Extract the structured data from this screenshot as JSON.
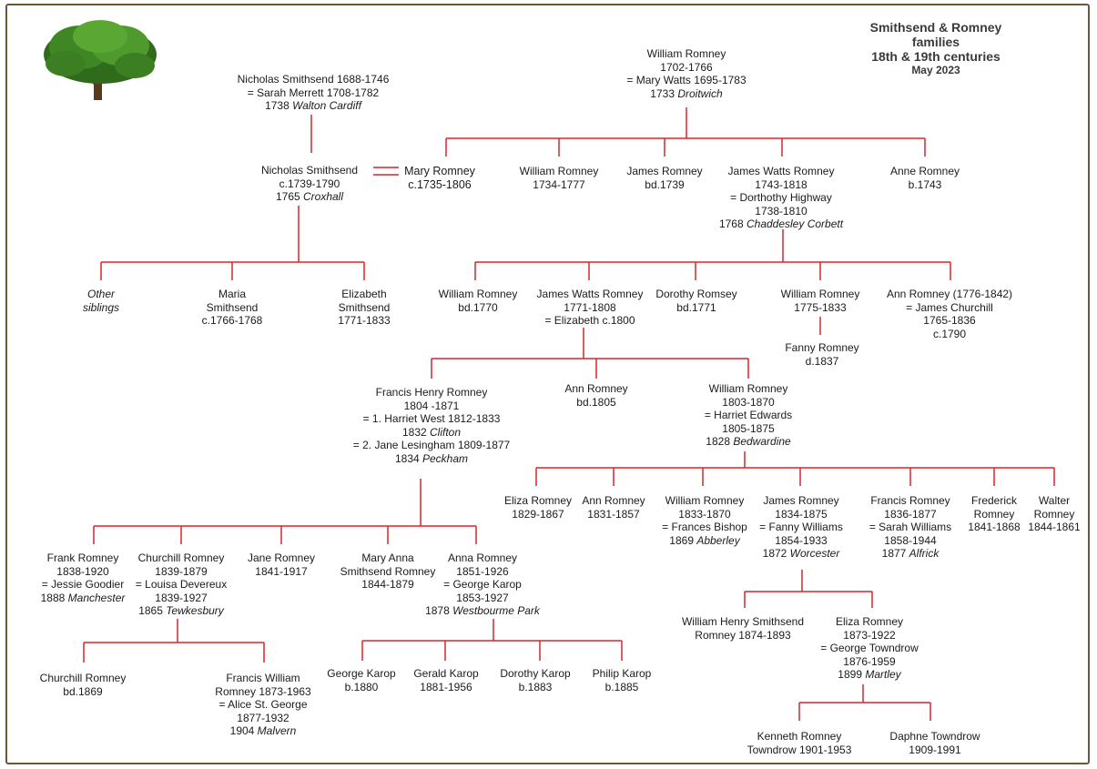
{
  "header": {
    "title_line1": "Smithsend & Romney families",
    "title_line2": "18th & 19th centuries",
    "date": "May 2023"
  },
  "colors": {
    "line": "#d9262a",
    "border": "#6b5738",
    "tree_dark": "#2f6b1a",
    "tree_light": "#4f9a2c"
  },
  "people": {
    "nicholas_sr": [
      {
        "t": "Nicholas Smithsend 1688-1746"
      },
      {
        "t": "= Sarah Merrett 1708-1782"
      },
      {
        "t": "1738 ",
        "i": "Walton Cardiff"
      }
    ],
    "william_1702": [
      {
        "t": "William Romney"
      },
      {
        "t": "1702-1766"
      },
      {
        "t": "= Mary Watts 1695-1783"
      },
      {
        "t": "1733 ",
        "i": "Droitwich"
      }
    ],
    "nicholas_jr": [
      {
        "t": "Nicholas Smithsend"
      },
      {
        "t": "c.1739-1790"
      },
      {
        "t": "1765 ",
        "i": "Croxhall"
      }
    ],
    "mary_romney": [
      {
        "t": "Mary Romney"
      },
      {
        "t": "c.1735-1806"
      }
    ],
    "william_1734": [
      {
        "t": "William Romney"
      },
      {
        "t": "1734-1777"
      }
    ],
    "james_1739": [
      {
        "t": "James Romney"
      },
      {
        "t": "bd.1739"
      }
    ],
    "james_watts_1743": [
      {
        "t": "James Watts Romney"
      },
      {
        "t": "1743-1818"
      },
      {
        "t": "= Dorthothy Highway"
      },
      {
        "t": "1738-1810"
      },
      {
        "t": "1768 ",
        "i": "Chaddesley Corbett"
      }
    ],
    "anne_1743": [
      {
        "t": "Anne Romney"
      },
      {
        "t": "b.1743"
      }
    ],
    "other_siblings": [
      {
        "t": "",
        "i": "Other"
      },
      {
        "t": "",
        "i": "siblings"
      }
    ],
    "maria": [
      {
        "t": "Maria"
      },
      {
        "t": "Smithsend"
      },
      {
        "t": "c.1766-1768"
      }
    ],
    "elizabeth_s": [
      {
        "t": "Elizabeth"
      },
      {
        "t": "Smithsend"
      },
      {
        "t": "1771-1833"
      }
    ],
    "william_1770": [
      {
        "t": "William Romney"
      },
      {
        "t": "bd.1770"
      }
    ],
    "james_watts_1771": [
      {
        "t": "James Watts Romney"
      },
      {
        "t": "1771-1808"
      },
      {
        "t": "= Elizabeth c.1800"
      }
    ],
    "dorothy_1771": [
      {
        "t": "Dorothy Romsey"
      },
      {
        "t": "bd.1771"
      }
    ],
    "william_1775": [
      {
        "t": "William Romney"
      },
      {
        "t": "1775-1833"
      }
    ],
    "ann_1776": [
      {
        "t": "Ann Romney  (1776-1842)"
      },
      {
        "t": "= James Churchill"
      },
      {
        "t": "1765-1836"
      },
      {
        "t": "c.1790"
      }
    ],
    "fanny_1837": [
      {
        "t": "Fanny Romney"
      },
      {
        "t": "d.1837"
      }
    ],
    "francis_henry": [
      {
        "t": "Francis Henry Romney"
      },
      {
        "t": "1804 -1871"
      },
      {
        "t": "= 1. Harriet West 1812-1833"
      },
      {
        "t": "1832 ",
        "i": "Clifton"
      },
      {
        "t": "= 2. Jane Lesingham 1809-1877"
      },
      {
        "t": "1834 ",
        "i": "Peckham"
      }
    ],
    "ann_1805": [
      {
        "t": "Ann Romney"
      },
      {
        "t": "bd.1805"
      }
    ],
    "william_1803": [
      {
        "t": "William Romney"
      },
      {
        "t": "1803-1870"
      },
      {
        "t": "= Harriet Edwards"
      },
      {
        "t": "1805-1875"
      },
      {
        "t": "1828 ",
        "i": "Bedwardine"
      }
    ],
    "eliza_1829": [
      {
        "t": "Eliza Romney"
      },
      {
        "t": "1829-1867"
      }
    ],
    "ann_1831": [
      {
        "t": "Ann Romney"
      },
      {
        "t": "1831-1857"
      }
    ],
    "william_1833": [
      {
        "t": "William Romney"
      },
      {
        "t": "1833-1870"
      },
      {
        "t": "= Frances Bishop"
      },
      {
        "t": "1869 ",
        "i": "Abberley"
      }
    ],
    "james_1834": [
      {
        "t": "James Romney"
      },
      {
        "t": "1834-1875"
      },
      {
        "t": "= Fanny Williams"
      },
      {
        "t": "1854-1933"
      },
      {
        "t": "1872 ",
        "i": "Worcester"
      }
    ],
    "francis_1836": [
      {
        "t": "Francis Romney"
      },
      {
        "t": "1836-1877"
      },
      {
        "t": "= Sarah Williams"
      },
      {
        "t": "1858-1944"
      },
      {
        "t": "1877 ",
        "i": "Alfrick"
      }
    ],
    "frederick": [
      {
        "t": "Frederick"
      },
      {
        "t": "Romney"
      },
      {
        "t": "1841-1868"
      }
    ],
    "walter": [
      {
        "t": "Walter"
      },
      {
        "t": "Romney"
      },
      {
        "t": "1844-1861"
      }
    ],
    "frank": [
      {
        "t": "Frank Romney"
      },
      {
        "t": "1838-1920"
      },
      {
        "t": "= Jessie Goodier"
      },
      {
        "t": "1888 ",
        "i": "Manchester"
      }
    ],
    "churchill_1839": [
      {
        "t": "Churchill Romney"
      },
      {
        "t": "1839-1879"
      },
      {
        "t": "= Louisa Devereux"
      },
      {
        "t": "1839-1927"
      },
      {
        "t": "1865 ",
        "i": "Tewkesbury"
      }
    ],
    "jane_1841": [
      {
        "t": "Jane Romney"
      },
      {
        "t": "1841-1917"
      }
    ],
    "mary_anna": [
      {
        "t": "Mary Anna"
      },
      {
        "t": "Smithsend Romney"
      },
      {
        "t": "1844-1879"
      }
    ],
    "anna_1851": [
      {
        "t": "Anna Romney"
      },
      {
        "t": "1851-1926"
      },
      {
        "t": "= George Karop"
      },
      {
        "t": "1853-1927"
      },
      {
        "t": "1878 ",
        "i": "Westbourme Park"
      }
    ],
    "william_henry": [
      {
        "t": "William Henry Smithsend"
      },
      {
        "t": "Romney 1874-1893"
      }
    ],
    "eliza_1873": [
      {
        "t": "Eliza Romney"
      },
      {
        "t": "1873-1922"
      },
      {
        "t": "= George Towndrow"
      },
      {
        "t": "1876-1959"
      },
      {
        "t": "1899 ",
        "i": "Martley"
      }
    ],
    "churchill_1869": [
      {
        "t": "Churchill Romney"
      },
      {
        "t": "bd.1869"
      }
    ],
    "francis_william": [
      {
        "t": "Francis William"
      },
      {
        "t": "Romney 1873-1963"
      },
      {
        "t": "= Alice St. George"
      },
      {
        "t": "1877-1932"
      },
      {
        "t": "1904 ",
        "i": "Malvern"
      }
    ],
    "george_karop": [
      {
        "t": "George Karop"
      },
      {
        "t": "b.1880"
      }
    ],
    "gerald_karop": [
      {
        "t": "Gerald Karop"
      },
      {
        "t": "1881-1956"
      }
    ],
    "dorothy_karop": [
      {
        "t": "Dorothy Karop"
      },
      {
        "t": "b.1883"
      }
    ],
    "philip_karop": [
      {
        "t": "Philip Karop"
      },
      {
        "t": "b.1885"
      }
    ],
    "kenneth": [
      {
        "t": "Kenneth Romney"
      },
      {
        "t": "Towndrow 1901-1953"
      }
    ],
    "daphne": [
      {
        "t": "Daphne Towndrow"
      },
      {
        "t": "1909-1991"
      }
    ]
  }
}
